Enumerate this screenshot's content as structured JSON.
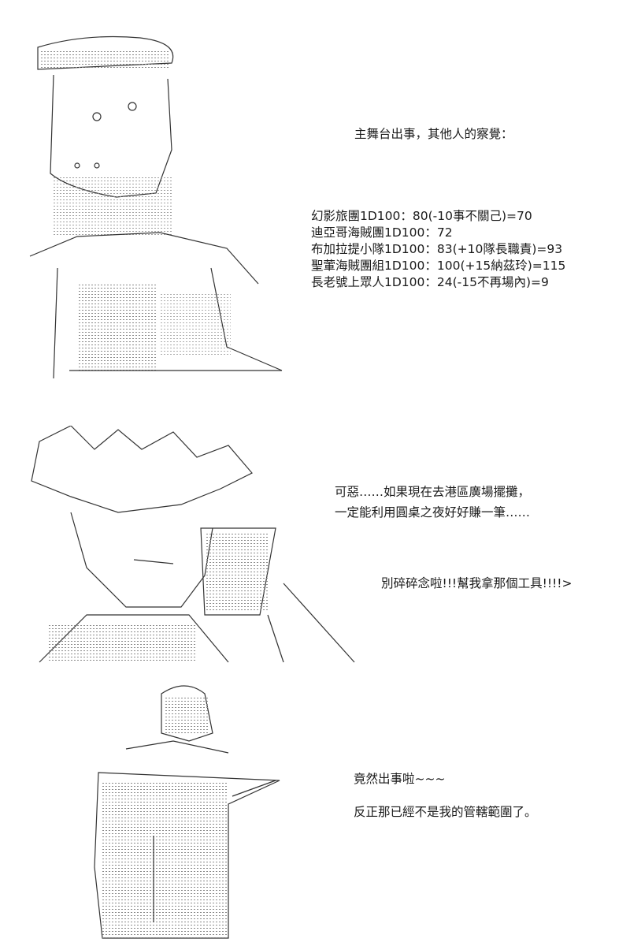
{
  "panel1": {
    "heading": "主舞台出事，其他人的察覺：",
    "rolls": [
      "幻影旅團1D100：80(-10事不關己)=70",
      "迪亞哥海賊團1D100：72",
      "布加拉提小隊1D100：83(+10隊長職責)=93",
      "聖葷海賊團組1D100：100(+15納茲玲)=115",
      "長老號上眾人1D100：24(-15不再場內)=9"
    ]
  },
  "panel2": {
    "line1": "可惡……如果現在去港區廣場擺攤，",
    "line2": "一定能利用圓桌之夜好好賺一筆……",
    "line3": "別碎碎念啦!!!幫我拿那個工具!!!!>"
  },
  "panel3": {
    "line1": "竟然出事啦~~~",
    "line2": "反正那已經不是我的管轄範圍了。"
  }
}
